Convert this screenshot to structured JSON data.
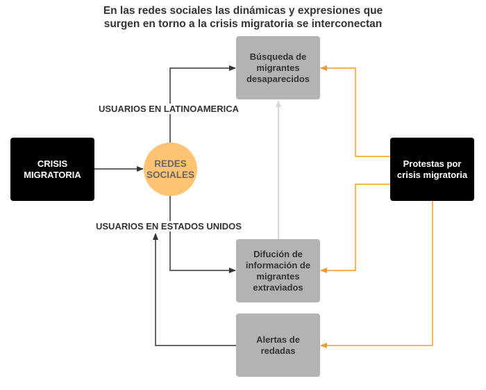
{
  "title": {
    "line1": "En las redes sociales las dinámicas y expresiones que",
    "line2": "surgen en torno a la crisis migratoria se interconectan"
  },
  "nodes": {
    "crisis": {
      "line1": "CRISIS",
      "line2": "MIGRATORIA"
    },
    "redes": {
      "line1": "REDES",
      "line2": "SOCIALES"
    },
    "busqueda": {
      "line1": "Búsqueda de",
      "line2": "migrantes",
      "line3": "desaparecidos"
    },
    "difusion": {
      "line1": "Difución de",
      "line2": "información de",
      "line3": "migrantes",
      "line4": "extraviados"
    },
    "alertas": {
      "line1": "Alertas de",
      "line2": "redadas"
    },
    "protestas": {
      "line1": "Protestas por",
      "line2": "crisis migratoria"
    }
  },
  "edge_labels": {
    "latam": "USUARIOS EN LATINOAMERICA",
    "usa": "USUARIOS EN ESTADOS UNIDOS"
  },
  "colors": {
    "dark_edge": "#333333",
    "orange_edge": "#f29a2e",
    "light_edge": "#d6d6d6",
    "circle_fill": "#ffc374",
    "gray_box": "#b3b3b3",
    "black_box": "#000000"
  }
}
